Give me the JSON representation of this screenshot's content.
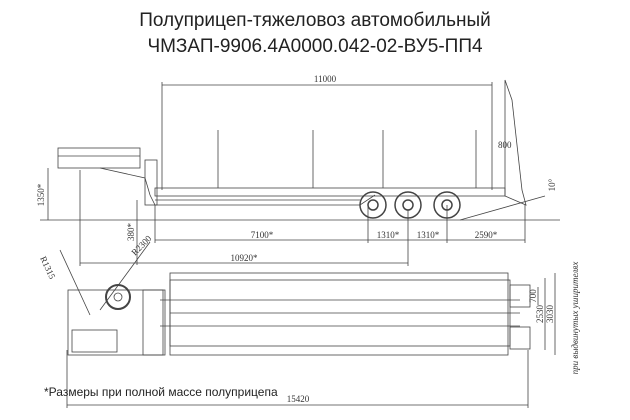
{
  "title": {
    "line1": "Полуприцеп-тяжеловоз автомобильный",
    "line2": "ЧМЗАП-9906.4А0000.042-02-ВУ5-ПП4"
  },
  "side_view": {
    "dims": {
      "length": "11000",
      "ramp": "800",
      "height": "1350*",
      "low_height": "380*",
      "deck": "7100*",
      "axle1": "1310*",
      "axle2": "1310*",
      "rear": "2590*",
      "kingpin": "10920*",
      "angle": "10°"
    }
  },
  "top_view": {
    "dims": {
      "r1": "R1315",
      "r2": "R2300",
      "total_length": "15420",
      "width_inner": "2530",
      "width_outer": "3030",
      "ext": "700"
    },
    "side_note": "при выдвинутых уширителях"
  },
  "footnote": "*Размеры при полной массе полуприцепа"
}
